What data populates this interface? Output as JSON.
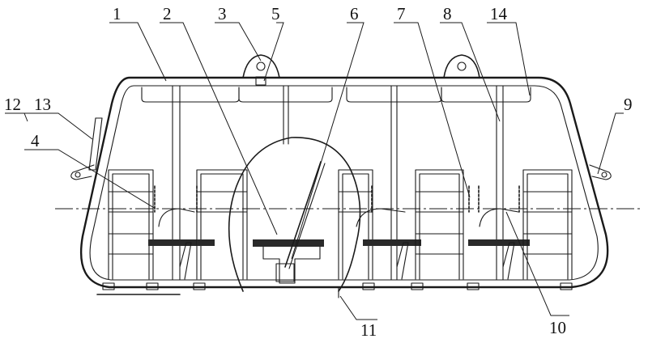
{
  "callouts": [
    {
      "id": "c1",
      "label": "1"
    },
    {
      "id": "c2",
      "label": "2"
    },
    {
      "id": "c3",
      "label": "3"
    },
    {
      "id": "c5",
      "label": "5"
    },
    {
      "id": "c6",
      "label": "6"
    },
    {
      "id": "c7",
      "label": "7"
    },
    {
      "id": "c8",
      "label": "8"
    },
    {
      "id": "c14",
      "label": "14"
    },
    {
      "id": "c12",
      "label": "12"
    },
    {
      "id": "c13",
      "label": "13"
    },
    {
      "id": "c4",
      "label": "4"
    },
    {
      "id": "c9",
      "label": "9"
    },
    {
      "id": "c11",
      "label": "11"
    },
    {
      "id": "c10",
      "label": "10"
    }
  ]
}
